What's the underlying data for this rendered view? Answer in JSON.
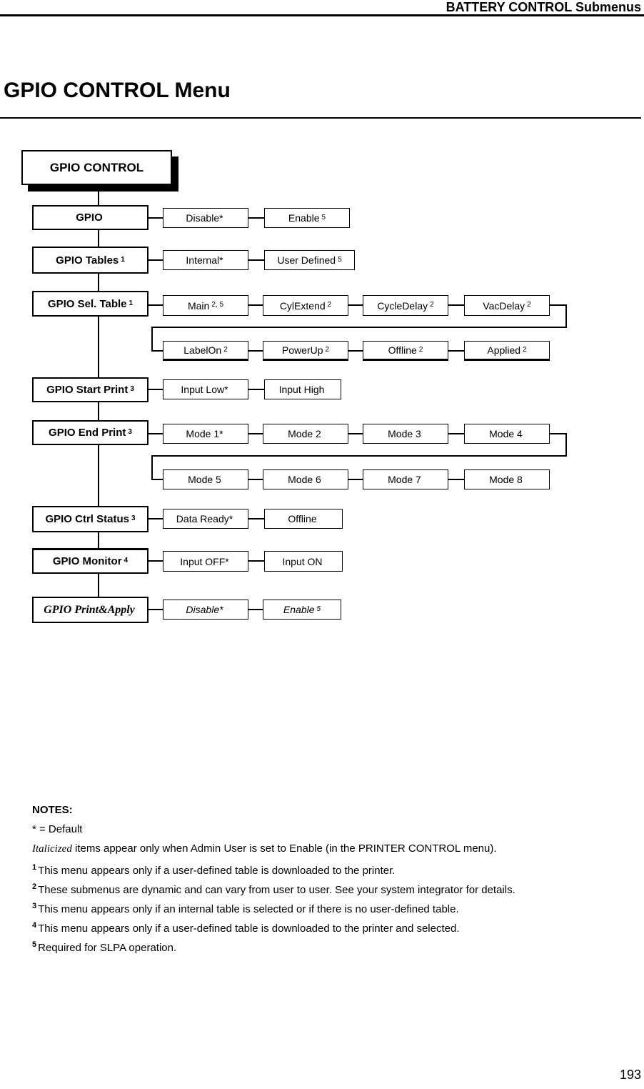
{
  "page": {
    "header": "BATTERY CONTROL Submenus",
    "title": "GPIO CONTROL Menu",
    "page_number": "193"
  },
  "diagram": {
    "root_label": "GPIO CONTROL",
    "rows": [
      {
        "parent": {
          "label": "GPIO",
          "sup": ""
        },
        "values": [
          {
            "label": "Disable*",
            "sup": ""
          },
          {
            "label": "Enable",
            "sup": "5"
          }
        ]
      },
      {
        "parent": {
          "label": "GPIO Tables",
          "sup": "1"
        },
        "values": [
          {
            "label": "Internal*",
            "sup": ""
          },
          {
            "label": "User Defined",
            "sup": "5"
          }
        ]
      },
      {
        "parent": {
          "label": "GPIO Sel. Table",
          "sup": "1"
        },
        "values": [
          {
            "label": "Main",
            "sup": "2, 5"
          },
          {
            "label": "CylExtend",
            "sup": "2"
          },
          {
            "label": "CycleDelay",
            "sup": "2"
          },
          {
            "label": "VacDelay",
            "sup": "2"
          }
        ],
        "wrap_values": [
          {
            "label": "LabelOn",
            "sup": "2"
          },
          {
            "label": "PowerUp",
            "sup": "2"
          },
          {
            "label": "Offline",
            "sup": "2"
          },
          {
            "label": "Applied",
            "sup": "2"
          }
        ]
      },
      {
        "parent": {
          "label": "GPIO Start Print",
          "sup": "3"
        },
        "values": [
          {
            "label": "Input Low*",
            "sup": ""
          },
          {
            "label": "Input High",
            "sup": ""
          }
        ]
      },
      {
        "parent": {
          "label": "GPIO End Print",
          "sup": "3"
        },
        "values": [
          {
            "label": "Mode 1*",
            "sup": ""
          },
          {
            "label": "Mode 2",
            "sup": ""
          },
          {
            "label": "Mode 3",
            "sup": ""
          },
          {
            "label": "Mode 4",
            "sup": ""
          }
        ],
        "wrap_values": [
          {
            "label": "Mode 5",
            "sup": ""
          },
          {
            "label": "Mode 6",
            "sup": ""
          },
          {
            "label": "Mode 7",
            "sup": ""
          },
          {
            "label": "Mode 8",
            "sup": ""
          }
        ]
      },
      {
        "parent": {
          "label": "GPIO Ctrl Status",
          "sup": "3"
        },
        "values": [
          {
            "label": "Data Ready*",
            "sup": ""
          },
          {
            "label": "Offline",
            "sup": ""
          }
        ]
      },
      {
        "parent": {
          "label": "GPIO Monitor",
          "sup": "4"
        },
        "values": [
          {
            "label": "Input OFF*",
            "sup": ""
          },
          {
            "label": "Input ON",
            "sup": ""
          }
        ]
      },
      {
        "parent": {
          "label": "GPIO Print&Apply",
          "sup": ""
        },
        "values": [
          {
            "label": "Disable*",
            "sup": ""
          },
          {
            "label": "Enable",
            "sup": "5"
          }
        ]
      }
    ]
  },
  "notes": {
    "heading": "NOTES:",
    "default_line": "* = Default",
    "italic_note": {
      "lead": "Italicized",
      "text": " items appear only when Admin User is set to Enable (in the PRINTER CONTROL menu)."
    },
    "numbered": [
      {
        "sup": "1",
        "text": "This menu appears only if a user-defined table is downloaded to the printer."
      },
      {
        "sup": "2",
        "text": "These submenus are dynamic and can vary from user to user. See your system integrator for details."
      },
      {
        "sup": "3",
        "text": "This menu appears only if an internal table is selected or if there is no user-defined table."
      },
      {
        "sup": "4",
        "text": "This menu appears only if a user-defined table is downloaded to the printer and selected."
      },
      {
        "sup": "5",
        "text": "Required for SLPA operation."
      }
    ]
  }
}
